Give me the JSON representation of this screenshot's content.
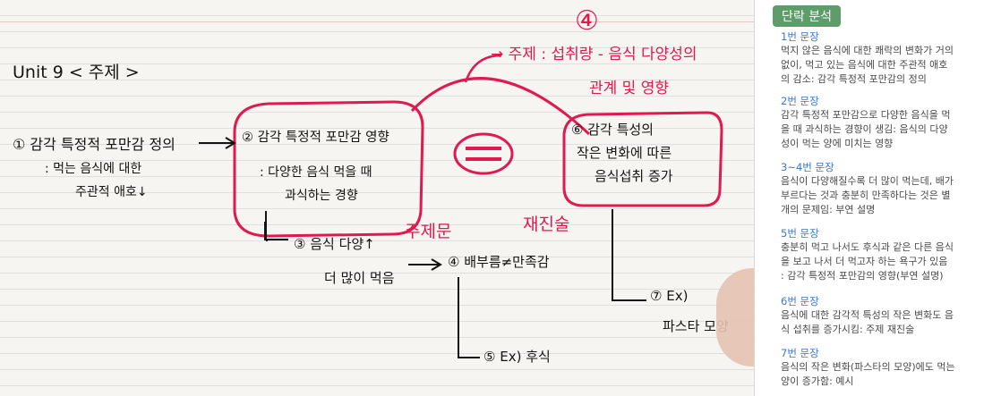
{
  "board": {
    "unit_title": "Unit 9 < 주제 >",
    "topic_number": "④",
    "topic_line1": "→ 주제 : 섭취량 - 음식 다양성의",
    "topic_line2": "관계 및 영향",
    "node1": {
      "title": "① 감각 특정적 포만감 정의",
      "line2": ": 먹는 음식에 대한",
      "line3": "주관적 애호↓"
    },
    "node2": {
      "title": "② 감각 특정적 포만감 영향",
      "line2": ": 다양한 음식 먹을 때",
      "line3": "과식하는 경향"
    },
    "equals": "=",
    "node6": {
      "title": "⑥ 감각 특성의",
      "line2": "작은 변화에 따른",
      "line3": "음식섭취 증가"
    },
    "label_thesis": "주제문",
    "label_restate": "재진술",
    "node3": {
      "line1": "③ 음식 다양↑",
      "line2": "더 많이 먹음"
    },
    "node4": "④ 배부름≠만족감",
    "node5": "⑤ Ex) 후식",
    "node7": {
      "line1": "⑦ Ex)",
      "line2": "파스타 모양"
    }
  },
  "panel": {
    "title": "단락 분석",
    "sections": [
      {
        "head": "1번 문장",
        "body": [
          "먹지 않은 음식에 대한 쾌락의 변화가 거의",
          "없이, 먹고 있는 음식에 대한 주관적 애호",
          "의 감소: 감각 특정적 포만감의 정의"
        ]
      },
      {
        "head": "2번 문장",
        "body": [
          "감각 특정적 포만감으로 다양한 음식을 먹",
          "을 때 과식하는 경향이 생김: 음식의 다양",
          "성이 먹는 양에 미치는 영향"
        ]
      },
      {
        "head": "3~4번 문장",
        "body": [
          "음식이 다양해질수록 더 많이 먹는데, 배가",
          "부르다는 것과 충분히 만족하다는 것은 별",
          "개의 문제임: 부연 설명"
        ]
      },
      {
        "head": "5번 문장",
        "body": [
          "충분히 먹고 나서도 후식과 같은 다른 음식",
          "을 보고 나서 더 먹고자 하는 욕구가 있음",
          ": 감각 특정적 포만감의 영향(부연 설명)"
        ]
      },
      {
        "head": "6번 문장",
        "body": [
          "음식에 대한 감각적 특성의 작은 변화도 음",
          "식 섭취를 증가시킴: 주제 재진술"
        ]
      },
      {
        "head": "7번 문장",
        "body": [
          "음식의 작은 변화(파스타의 모양)에도 먹는",
          "양이 증가함: 예시"
        ]
      }
    ]
  }
}
